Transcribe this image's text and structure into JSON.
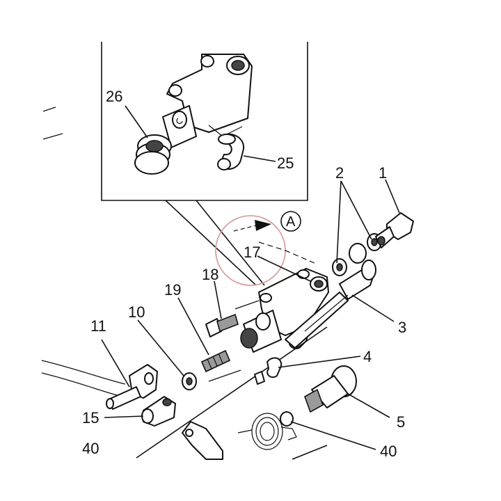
{
  "callouts": {
    "c1": "1",
    "c2": "2",
    "c3": "3",
    "c4": "4",
    "c5": "5",
    "c10": "10",
    "c11": "11",
    "c15": "15",
    "c17": "17",
    "c18": "18",
    "c19": "19",
    "c25": "25",
    "c26": "26",
    "c40a": "40",
    "c40b": "40",
    "viewA": "A"
  },
  "colors": {
    "highlight_circle": "#d9a0a0",
    "ink": "#111111",
    "shade": "#9a9a9a"
  }
}
